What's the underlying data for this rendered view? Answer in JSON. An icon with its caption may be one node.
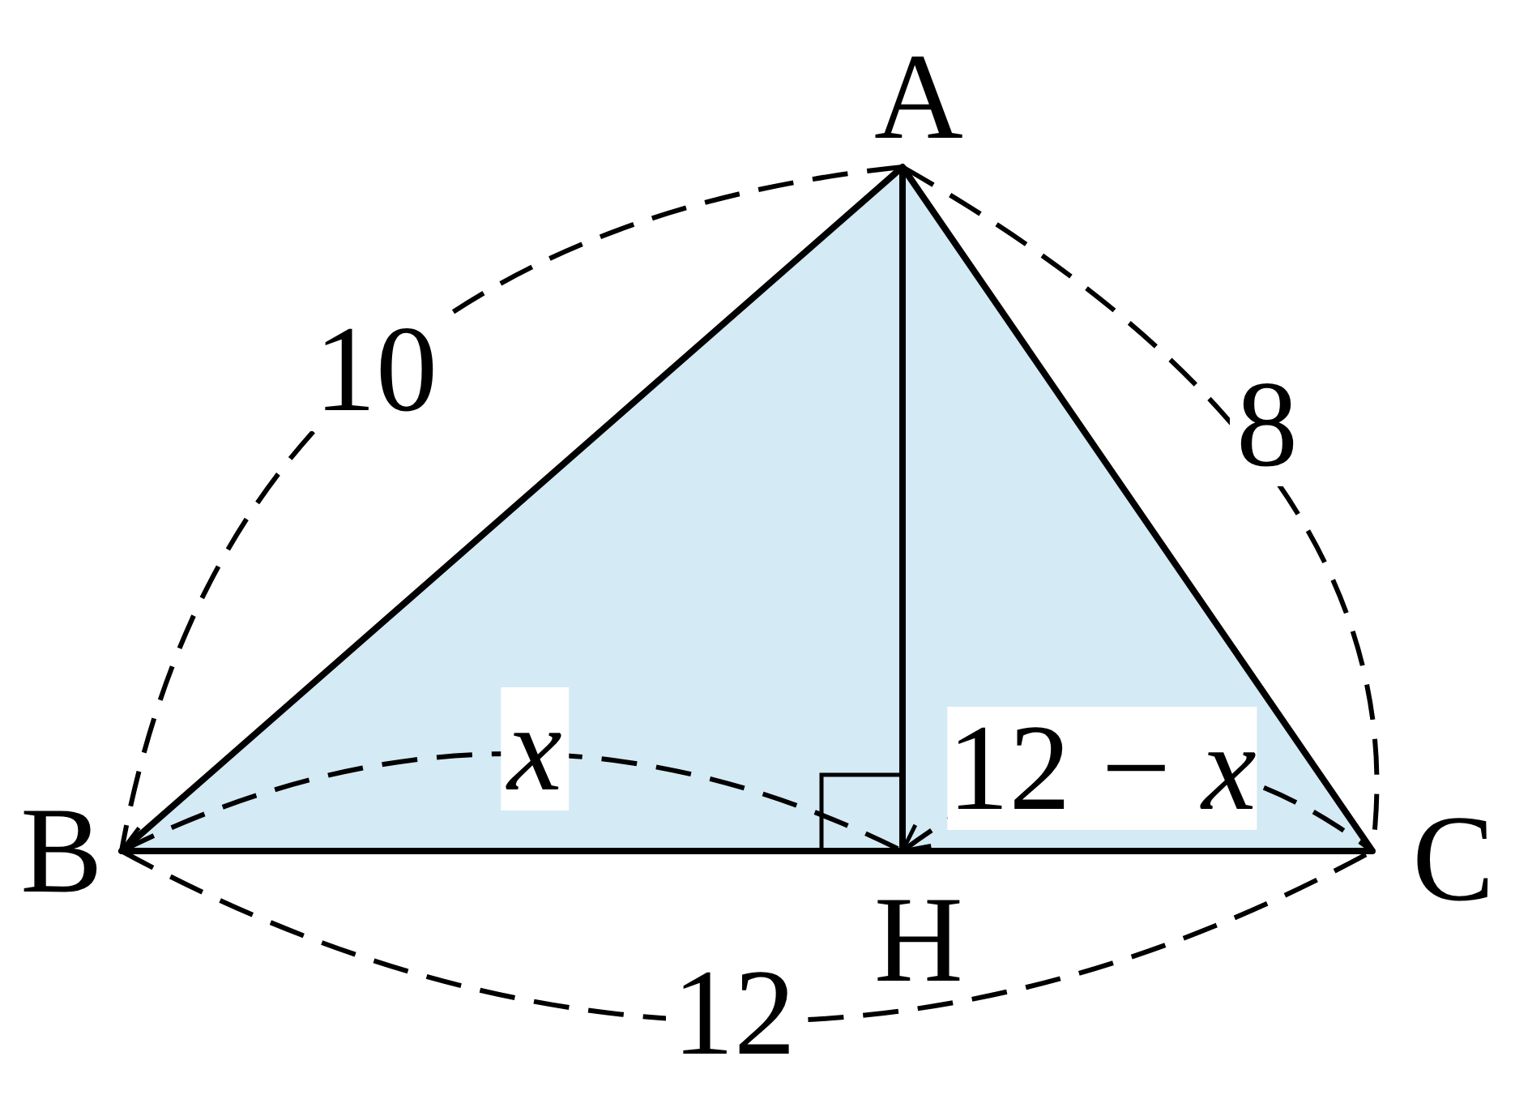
{
  "diagram": {
    "labels": [
      "A",
      "10",
      "8",
      "x",
      "12 − *x*",
      "B",
      "C",
      "H",
      "12"
    ]
  }
}
